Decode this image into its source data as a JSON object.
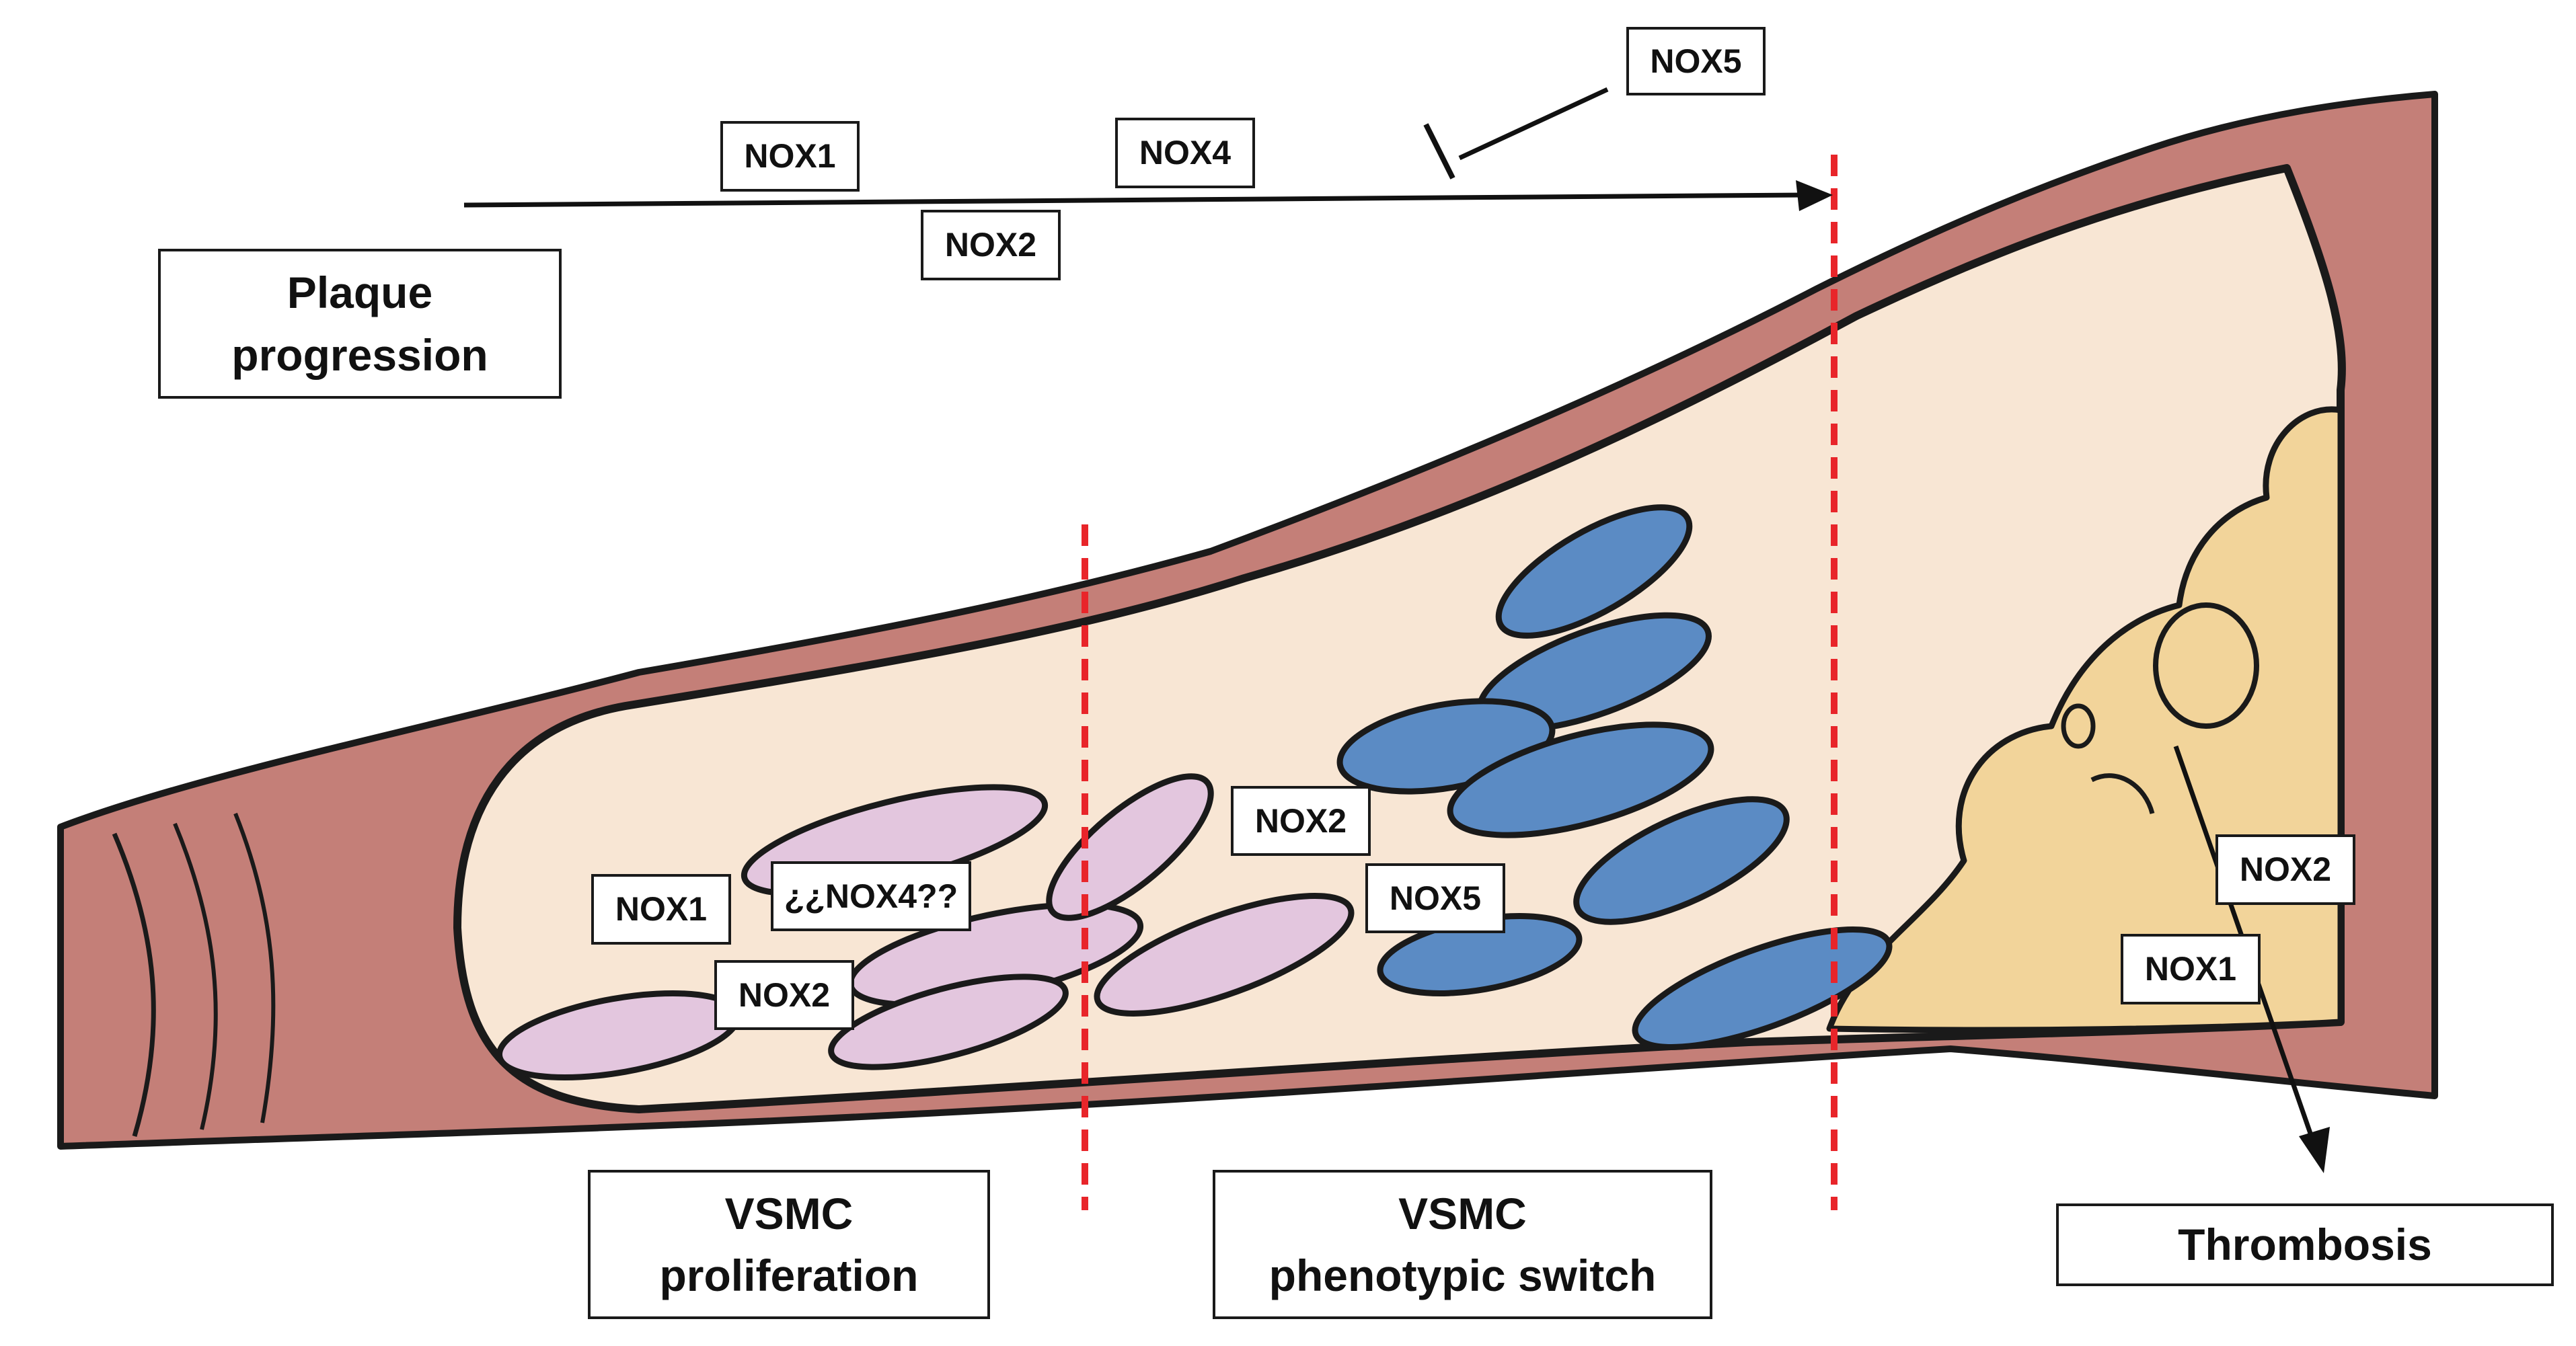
{
  "top": {
    "stage_label_line1": "Plaque",
    "stage_label_line2": "progression",
    "arrow_labels": [
      "NOX1",
      "NOX2",
      "NOX4"
    ],
    "inhibitor_label": "NOX5"
  },
  "zones": {
    "proliferation": {
      "title_line1": "VSMC",
      "title_line2": "proliferation",
      "labels": [
        "NOX1",
        "¿¿NOX4??",
        "NOX2"
      ]
    },
    "switch": {
      "title_line1": "VSMC",
      "title_line2": "phenotypic switch",
      "labels": [
        "NOX2",
        "NOX5"
      ]
    },
    "thrombosis": {
      "title": "Thrombosis",
      "labels": [
        "NOX2",
        "NOX1"
      ]
    }
  },
  "colors": {
    "vessel_wall": "#c47f78",
    "lumen": "#f8e6d4",
    "vsmc_contractile": "#e3c6de",
    "vsmc_switched": "#5b8bc4",
    "thrombus": "#f2d49a",
    "divider": "#e8252a"
  }
}
